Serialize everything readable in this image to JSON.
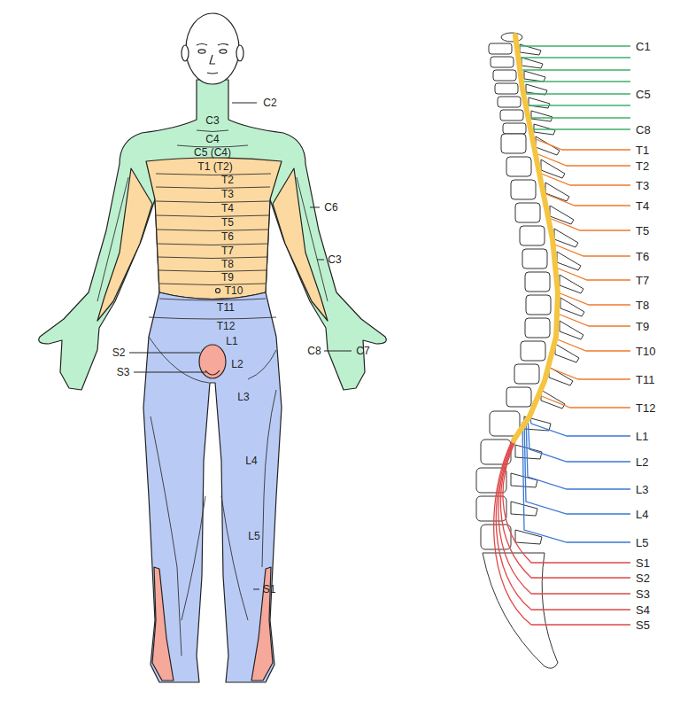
{
  "diagram": {
    "labels": [
      "C2",
      "C3",
      "C4",
      "C5 (C4)",
      "T1 (T2)",
      "T2",
      "T3",
      "T4",
      "T5",
      "T6",
      "T7",
      "T8",
      "T9",
      "T10",
      "T11",
      "T12",
      "L1",
      "L2",
      "L3",
      "L4",
      "L5",
      "S1",
      "S2",
      "S3",
      "C6",
      "C3",
      "C8",
      "C7",
      "C1",
      "C5",
      "C8",
      "T1",
      "T2",
      "T3",
      "T4",
      "T5",
      "T6",
      "T7",
      "T8",
      "T9",
      "T10",
      "T11",
      "T12",
      "L1",
      "L2",
      "L3",
      "L4",
      "L5",
      "S1",
      "S2",
      "S3",
      "S4",
      "S5"
    ]
  }
}
